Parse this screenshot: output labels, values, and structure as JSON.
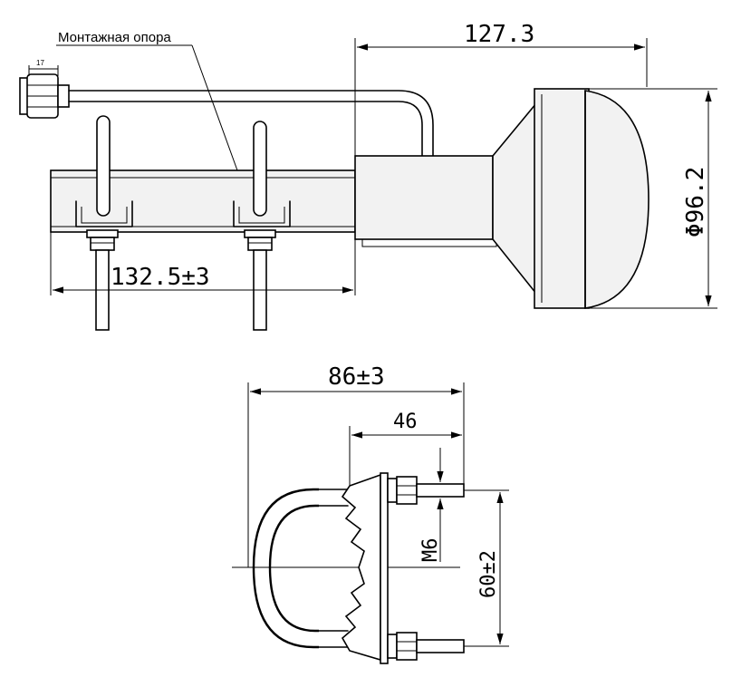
{
  "labels": {
    "mounting_pole": "Монтажная опора",
    "nut_width": "17"
  },
  "dimensions": {
    "overall_length": "127.3",
    "diameter": "Φ96.2",
    "pole_length": "132.5±3",
    "clamp_width": "86±3",
    "plate_width": "46",
    "thread": "M6",
    "bolt_spacing": "60±2"
  }
}
